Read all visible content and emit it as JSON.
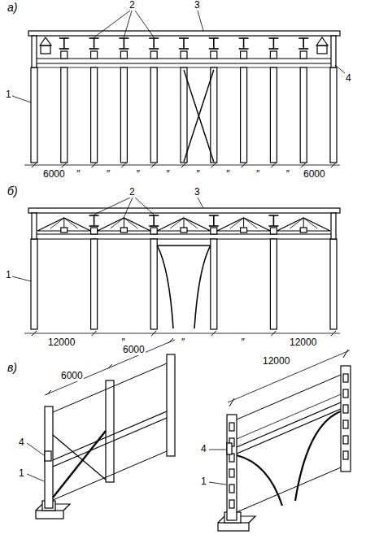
{
  "diagram": {
    "labels": [
      "а)",
      "2",
      "3",
      "4",
      "1",
      "6000",
      "″",
      "″",
      "″",
      "″",
      "″",
      "″",
      "″",
      "″",
      "6000",
      "б)",
      "2",
      "3",
      "1",
      "12000",
      "″",
      "″",
      "″",
      "12000",
      "в)",
      "6000",
      "6000",
      "4",
      "1",
      "12000",
      "4",
      "1"
    ]
  }
}
